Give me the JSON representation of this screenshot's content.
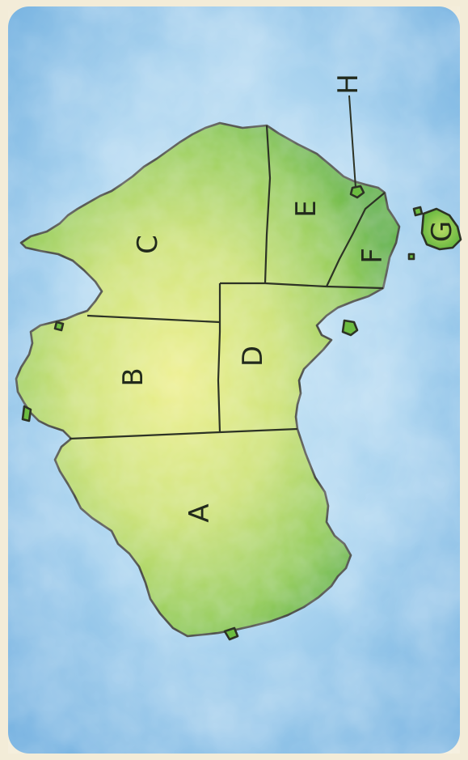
{
  "map": {
    "colors": {
      "ocean_light": "#bfe0f3",
      "ocean": "#8cc4e8",
      "ocean_dark": "#6aa9dc",
      "land_center": "#e9ee8c",
      "land_mid": "#a9d65a",
      "land_edge": "#5fb43c",
      "border": "#2d3325",
      "frame": "#f3ecd8"
    },
    "regions": {
      "A": {
        "label": "A"
      },
      "B": {
        "label": "B"
      },
      "C": {
        "label": "C"
      },
      "D": {
        "label": "D"
      },
      "E": {
        "label": "E"
      },
      "F": {
        "label": "F"
      },
      "G": {
        "label": "G"
      },
      "H": {
        "label": "H"
      }
    }
  }
}
